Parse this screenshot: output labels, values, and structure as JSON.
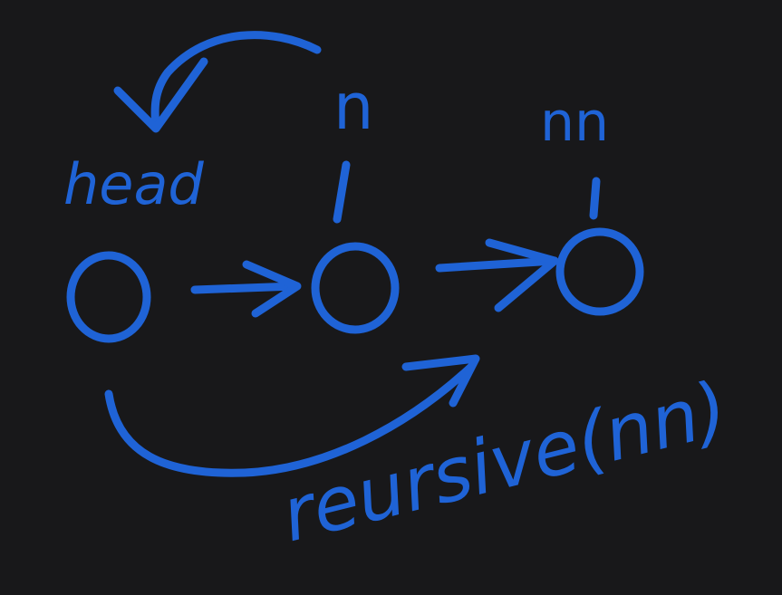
{
  "diagram": {
    "ink_color": "#1f63d6",
    "background_color": "#18181a",
    "labels": {
      "head": "head",
      "n": "n",
      "nn": "nn",
      "call": "reursive(nn)"
    },
    "nodes": [
      "head-node",
      "n-node",
      "nn-node"
    ],
    "edges": [
      {
        "from": "head-node",
        "to": "n-node",
        "type": "next-pointer"
      },
      {
        "from": "n-node",
        "to": "nn-node",
        "type": "next-pointer"
      },
      {
        "from": "head-node",
        "to": "nn-node",
        "type": "recursive-call-curve"
      }
    ]
  }
}
